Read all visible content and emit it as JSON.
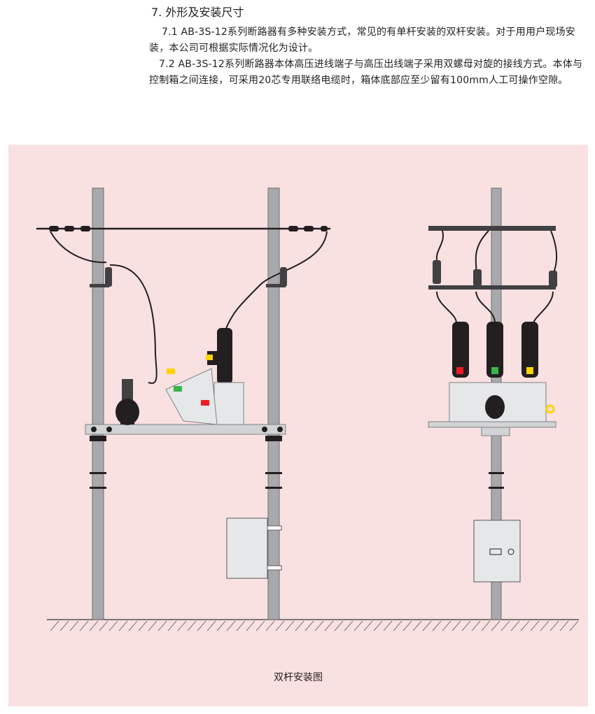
{
  "section": {
    "heading": "7. 外形及安装尺寸",
    "paragraphs": [
      "7.1 AB-3S-12系列断路器有多种安装方式，常见的有单杆安装的双杆安装。对于用用户现场安装，本公司可根据实际情况化为设计。",
      "7.2 AB-3S-12系列断路器本体高压进线端子与高压出线端子采用双螺母对旋的接线方式。本体与控制箱之间连接，可采用20芯专用联络电缆时，箱体底部应至少留有100mm人工可操作空隙。"
    ]
  },
  "figure": {
    "caption": "双杆安装图",
    "background": "#f9e0e1"
  }
}
